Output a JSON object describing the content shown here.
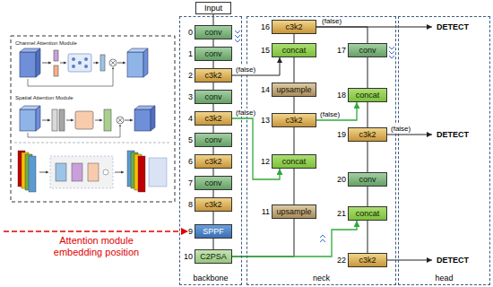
{
  "diagram": {
    "nodes": [
      {
        "text": [
          "Input"
        ]
      },
      {
        "text": [
          "backbone"
        ]
      },
      {
        "text": [
          "0",
          "conv"
        ],
        "in": 1
      },
      {
        "text": [
          "1",
          "conv"
        ],
        "in": 1
      },
      {
        "text": [
          "2",
          "c3k2"
        ],
        "in": 1
      },
      {
        "text": [
          "3",
          "conv"
        ],
        "in": 1
      },
      {
        "text": [
          "4",
          "c3k2"
        ],
        "in": 1
      },
      {
        "text": [
          "5",
          "conv"
        ],
        "in": 1
      },
      {
        "text": [
          "6",
          "c3k2"
        ],
        "in": 1
      },
      {
        "text": [
          "7",
          "conv"
        ],
        "in": 1
      },
      {
        "text": [
          "8",
          "c3k2"
        ],
        "in": 1
      },
      {
        "text": [
          "9",
          "SPPF"
        ],
        "in": 1
      },
      {
        "text": [
          "10",
          "C2PSA"
        ],
        "in": 1
      },
      {
        "text": [
          "neck"
        ]
      },
      {
        "text": [
          "16",
          "c3k2"
        ],
        "in": 13
      },
      {
        "text": [
          "15",
          "concat"
        ],
        "in": 13
      },
      {
        "text": [
          "14",
          "upsample"
        ],
        "in": 13
      },
      {
        "text": [
          "13",
          "c3k2"
        ],
        "in": 13
      },
      {
        "text": [
          "12",
          "concat"
        ],
        "in": 13
      },
      {
        "text": [
          "11",
          "upsample"
        ],
        "in": 13
      },
      {
        "text": [
          "17",
          "conv"
        ],
        "in": 13
      },
      {
        "text": [
          "18",
          "concat"
        ],
        "in": 13
      },
      {
        "text": [
          "19",
          "c3k2"
        ],
        "in": 13
      },
      {
        "text": [
          "20",
          "conv"
        ],
        "in": 13
      },
      {
        "text": [
          "21",
          "concat"
        ],
        "in": 13
      },
      {
        "text": [
          "22",
          "c3k2"
        ],
        "in": 13
      },
      {
        "text": [
          "head"
        ]
      },
      {
        "text": [
          "DETECT"
        ],
        "in": 26
      },
      {
        "text": [
          "DETECT"
        ],
        "in": 26
      },
      {
        "text": [
          "DETECT"
        ],
        "in": 26
      }
    ],
    "edges": [
      {
        "from": 0,
        "to": 2,
        "arrow": "none"
      },
      {
        "from": 2,
        "to": 3,
        "arrow": "none"
      },
      {
        "from": 3,
        "to": 4,
        "arrow": "none"
      },
      {
        "from": 4,
        "to": 5,
        "arrow": "none"
      },
      {
        "from": 5,
        "to": 6,
        "arrow": "none"
      },
      {
        "from": 6,
        "to": 7,
        "arrow": "none"
      },
      {
        "from": 7,
        "to": 8,
        "arrow": "none"
      },
      {
        "from": 8,
        "to": 9,
        "arrow": "none"
      },
      {
        "from": 9,
        "to": 10,
        "arrow": "none"
      },
      {
        "from": 10,
        "to": 11,
        "arrow": "none"
      },
      {
        "from": 11,
        "to": 12,
        "arrow": "none"
      },
      {
        "from": 4,
        "to": 15,
        "label": "(false)",
        "arrow": "to"
      },
      {
        "from": 6,
        "to": 18,
        "label": "(false)",
        "arrow": "to"
      },
      {
        "from": 12,
        "to": 19,
        "arrow": "none"
      },
      {
        "from": 19,
        "to": 18,
        "arrow": "none"
      },
      {
        "from": 18,
        "to": 17,
        "arrow": "none"
      },
      {
        "from": 17,
        "to": 16,
        "arrow": "none"
      },
      {
        "from": 16,
        "to": 15,
        "arrow": "none"
      },
      {
        "from": 15,
        "to": 14,
        "arrow": "none"
      },
      {
        "from": 14,
        "to": 27,
        "label": "(false)",
        "arrow": "to"
      },
      {
        "from": 14,
        "to": 20,
        "arrow": "none"
      },
      {
        "from": 20,
        "to": 21,
        "arrow": "none"
      },
      {
        "from": 17,
        "to": 21,
        "label": "(false)",
        "arrow": "to"
      },
      {
        "from": 21,
        "to": 22,
        "arrow": "none"
      },
      {
        "from": 22,
        "to": 28,
        "label": "(false)",
        "arrow": "to"
      },
      {
        "from": 22,
        "to": 23,
        "arrow": "none"
      },
      {
        "from": 23,
        "to": 24,
        "arrow": "none"
      },
      {
        "from": 12,
        "to": 24,
        "arrow": "to"
      },
      {
        "from": 24,
        "to": 25,
        "arrow": "none"
      },
      {
        "from": 25,
        "to": 29,
        "arrow": "to"
      }
    ],
    "labels": [
      "Attention module embedding position",
      "Channel Attention Module",
      "Spatial Attention Module"
    ]
  }
}
